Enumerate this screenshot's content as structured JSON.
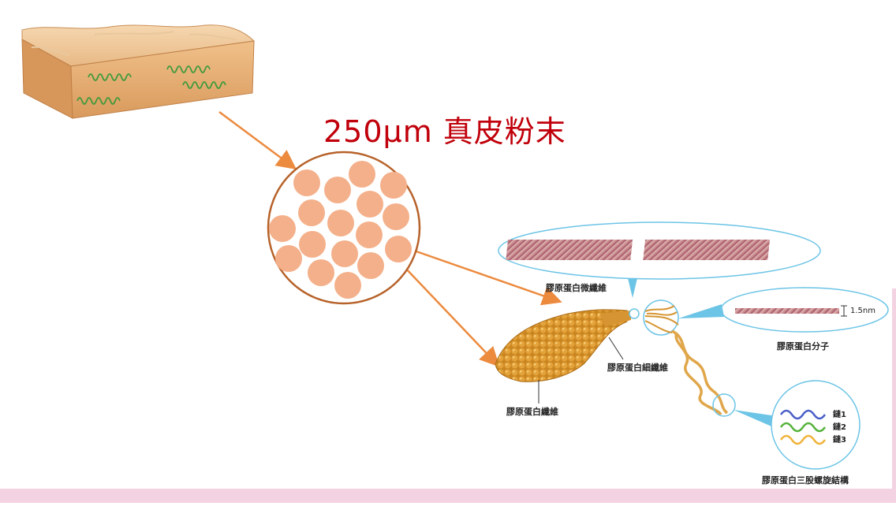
{
  "title": "250μm 真皮粉末",
  "labels": {
    "microfibril": "膠原蛋白微纖維",
    "molecule": "膠原蛋白分子",
    "fibril": "膠原蛋白細纖維",
    "fiber": "膠原蛋白纖維",
    "triple_helix": "膠原蛋白三股螺旋結構",
    "dimension": "1.5nm",
    "chain1": "鏈1",
    "chain2": "鏈2",
    "chain3": "鏈3"
  },
  "colors": {
    "title": "#c0000b",
    "arrow": "#ec8a3e",
    "particle": "#f4b08a",
    "circle_border": "#b7622a",
    "footer": "#f3d3e2",
    "skin": "#e8b07a",
    "helix_green": "#3f9a3c",
    "chain1": "#4a5fc8",
    "chain2": "#55b33b",
    "chain3": "#f0b33a"
  }
}
